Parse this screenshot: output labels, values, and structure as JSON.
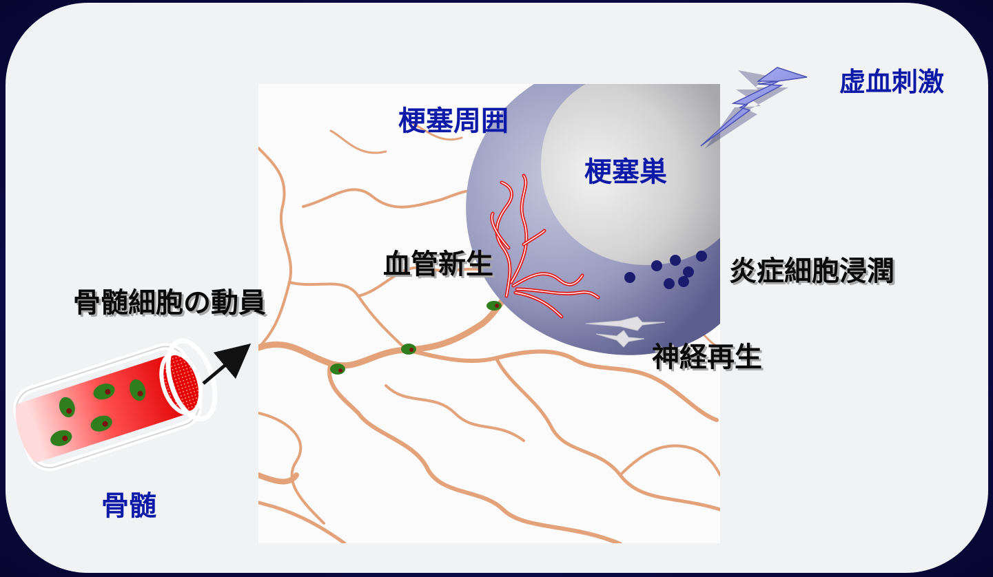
{
  "labels": {
    "ischemic_stimulus": "虚血刺激",
    "peri_infarct": "梗塞周囲",
    "infarct_core": "梗塞巣",
    "angiogenesis": "血管新生",
    "inflammatory_infiltration": "炎症細胞浸潤",
    "bone_marrow_mobilization": "骨髄細胞の動員",
    "nerve_regeneration": "神経再生",
    "bone_marrow": "骨髄"
  },
  "colors": {
    "slide_background": "#0c0c4a",
    "panel": "#f1f2f3",
    "label_blue": "#0d1aa8",
    "label_black": "#0a0a0a",
    "vessel": "#e3a27a",
    "new_vessel": "#e01818",
    "cell_green": "#2f7d1c",
    "cell_nucleus": "#7a1010",
    "inflammatory_cell": "#1c1c6e",
    "lightning": "#8f96e6"
  },
  "icons": {
    "lightning": "lightning-bolt-icon",
    "arrow": "arrow-up-right-icon",
    "bone_tube": "bone-tube-icon"
  }
}
